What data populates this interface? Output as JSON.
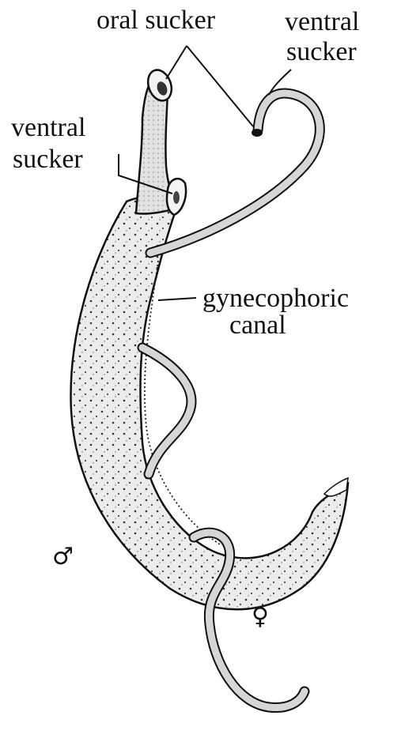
{
  "labels": {
    "oral_sucker": "oral sucker",
    "ventral_sucker_female_line1": "ventral",
    "ventral_sucker_female_line2": "sucker",
    "ventral_sucker_male_line1": "ventral",
    "ventral_sucker_male_line2": "sucker",
    "gynecophoric_line1": "gynecophoric",
    "gynecophoric_line2": "canal",
    "male_symbol": "♂",
    "female_symbol": "♀"
  },
  "colors": {
    "ink": "#111111",
    "stipple_fill": "#e4e4e4",
    "female_fill": "#d6d6d6",
    "background": "#ffffff"
  }
}
